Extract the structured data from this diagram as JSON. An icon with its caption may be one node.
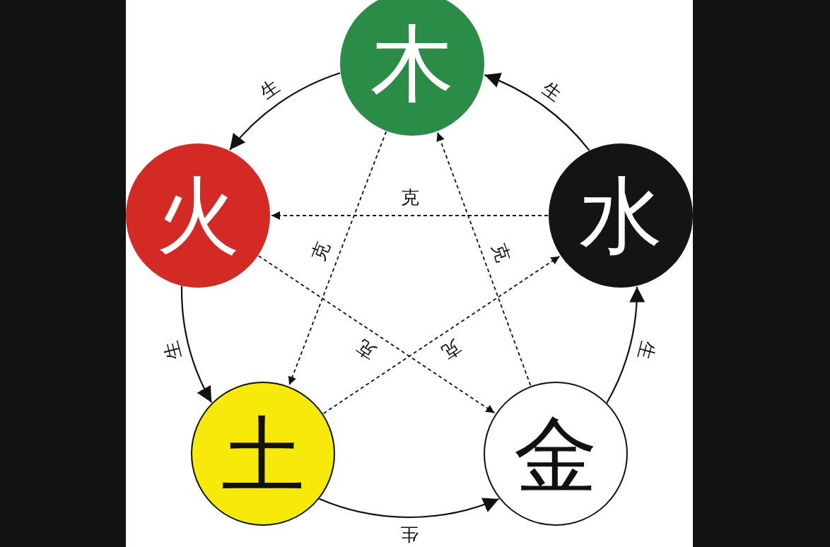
{
  "diagram": {
    "nodes": [
      {
        "text": [
          "木"
        ]
      },
      {
        "text": [
          "火"
        ]
      },
      {
        "text": [
          "水"
        ]
      },
      {
        "text": [
          "土"
        ]
      },
      {
        "text": [
          "金"
        ]
      }
    ],
    "edges": [
      {
        "from": 0,
        "to": 1,
        "arrow": "to",
        "label": "生"
      },
      {
        "from": 1,
        "to": 3,
        "arrow": "to",
        "label": "生"
      },
      {
        "from": 3,
        "to": 4,
        "arrow": "to",
        "label": "生"
      },
      {
        "from": 4,
        "to": 2,
        "arrow": "to",
        "label": "生"
      },
      {
        "from": 2,
        "to": 0,
        "arrow": "to",
        "label": "生"
      },
      {
        "from": 0,
        "to": 3,
        "arrow": "to",
        "label": "克",
        "style": "dashed"
      },
      {
        "from": 2,
        "to": 1,
        "arrow": "to",
        "label": "克",
        "style": "dashed"
      },
      {
        "from": 1,
        "to": 4,
        "arrow": "to",
        "label": "克",
        "style": "dashed"
      },
      {
        "from": 3,
        "to": 2,
        "arrow": "to",
        "label": "克",
        "style": "dashed"
      },
      {
        "from": 4,
        "to": 0,
        "arrow": "to",
        "label": "克",
        "style": "dashed"
      }
    ]
  }
}
